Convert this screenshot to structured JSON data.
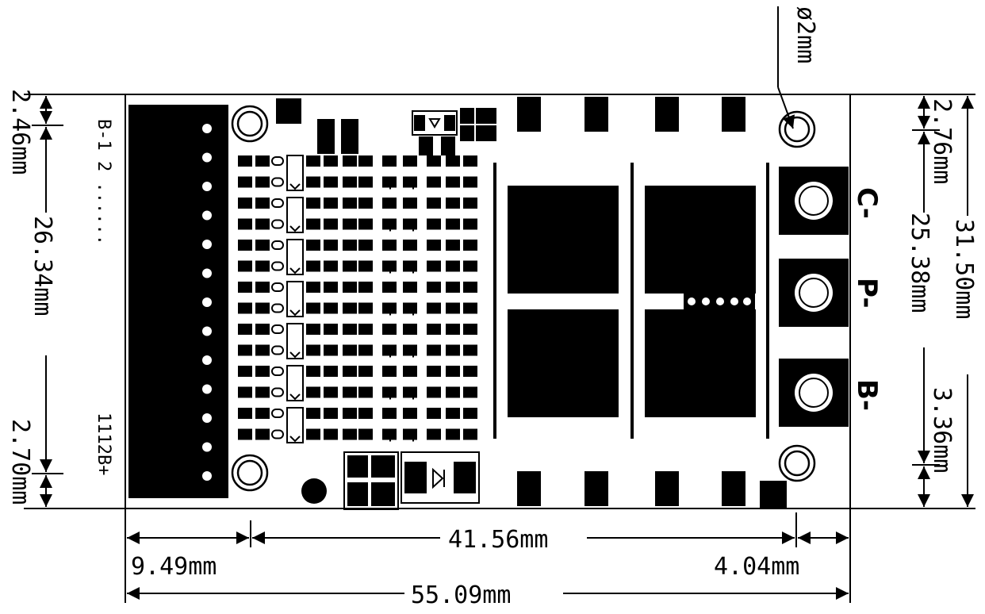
{
  "dimensions": {
    "hole_diameter": "ø2mm",
    "total_width": "55.09mm",
    "span_width": "41.56mm",
    "left_offset": "9.49mm",
    "right_offset": "4.04mm",
    "total_height": "31.50mm",
    "left_top": "2.46mm",
    "left_middle": "26.34mm",
    "left_bottom": "2.70mm",
    "right_top": "2.76mm",
    "right_middle": "25.38mm",
    "right_bottom": "3.36mm"
  },
  "labels": {
    "balance_start": "B-1 2 ......",
    "balance_end": "1112B+",
    "terminal_c": "C-",
    "terminal_p": "P-",
    "terminal_b": "B-"
  }
}
